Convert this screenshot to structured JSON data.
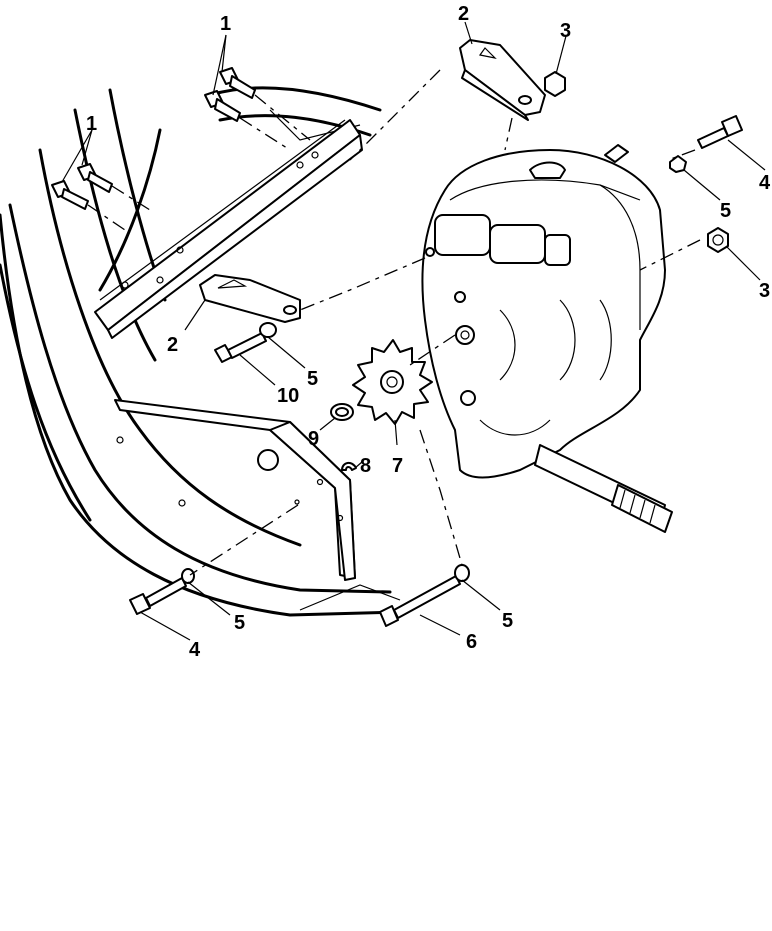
{
  "diagram": {
    "callouts": [
      {
        "id": "c1a",
        "text": "1"
      },
      {
        "id": "c1b",
        "text": "1"
      },
      {
        "id": "c2a",
        "text": "2"
      },
      {
        "id": "c2b",
        "text": "2"
      },
      {
        "id": "c3a",
        "text": "3"
      },
      {
        "id": "c3b",
        "text": "3"
      },
      {
        "id": "c4a",
        "text": "4"
      },
      {
        "id": "c4b",
        "text": "4"
      },
      {
        "id": "c5a",
        "text": "5"
      },
      {
        "id": "c5b",
        "text": "5"
      },
      {
        "id": "c5c",
        "text": "5"
      },
      {
        "id": "c5d",
        "text": "5"
      },
      {
        "id": "c6",
        "text": "6"
      },
      {
        "id": "c7",
        "text": "7"
      },
      {
        "id": "c8",
        "text": "8"
      },
      {
        "id": "c9",
        "text": "9"
      },
      {
        "id": "c10",
        "text": "10"
      }
    ]
  }
}
